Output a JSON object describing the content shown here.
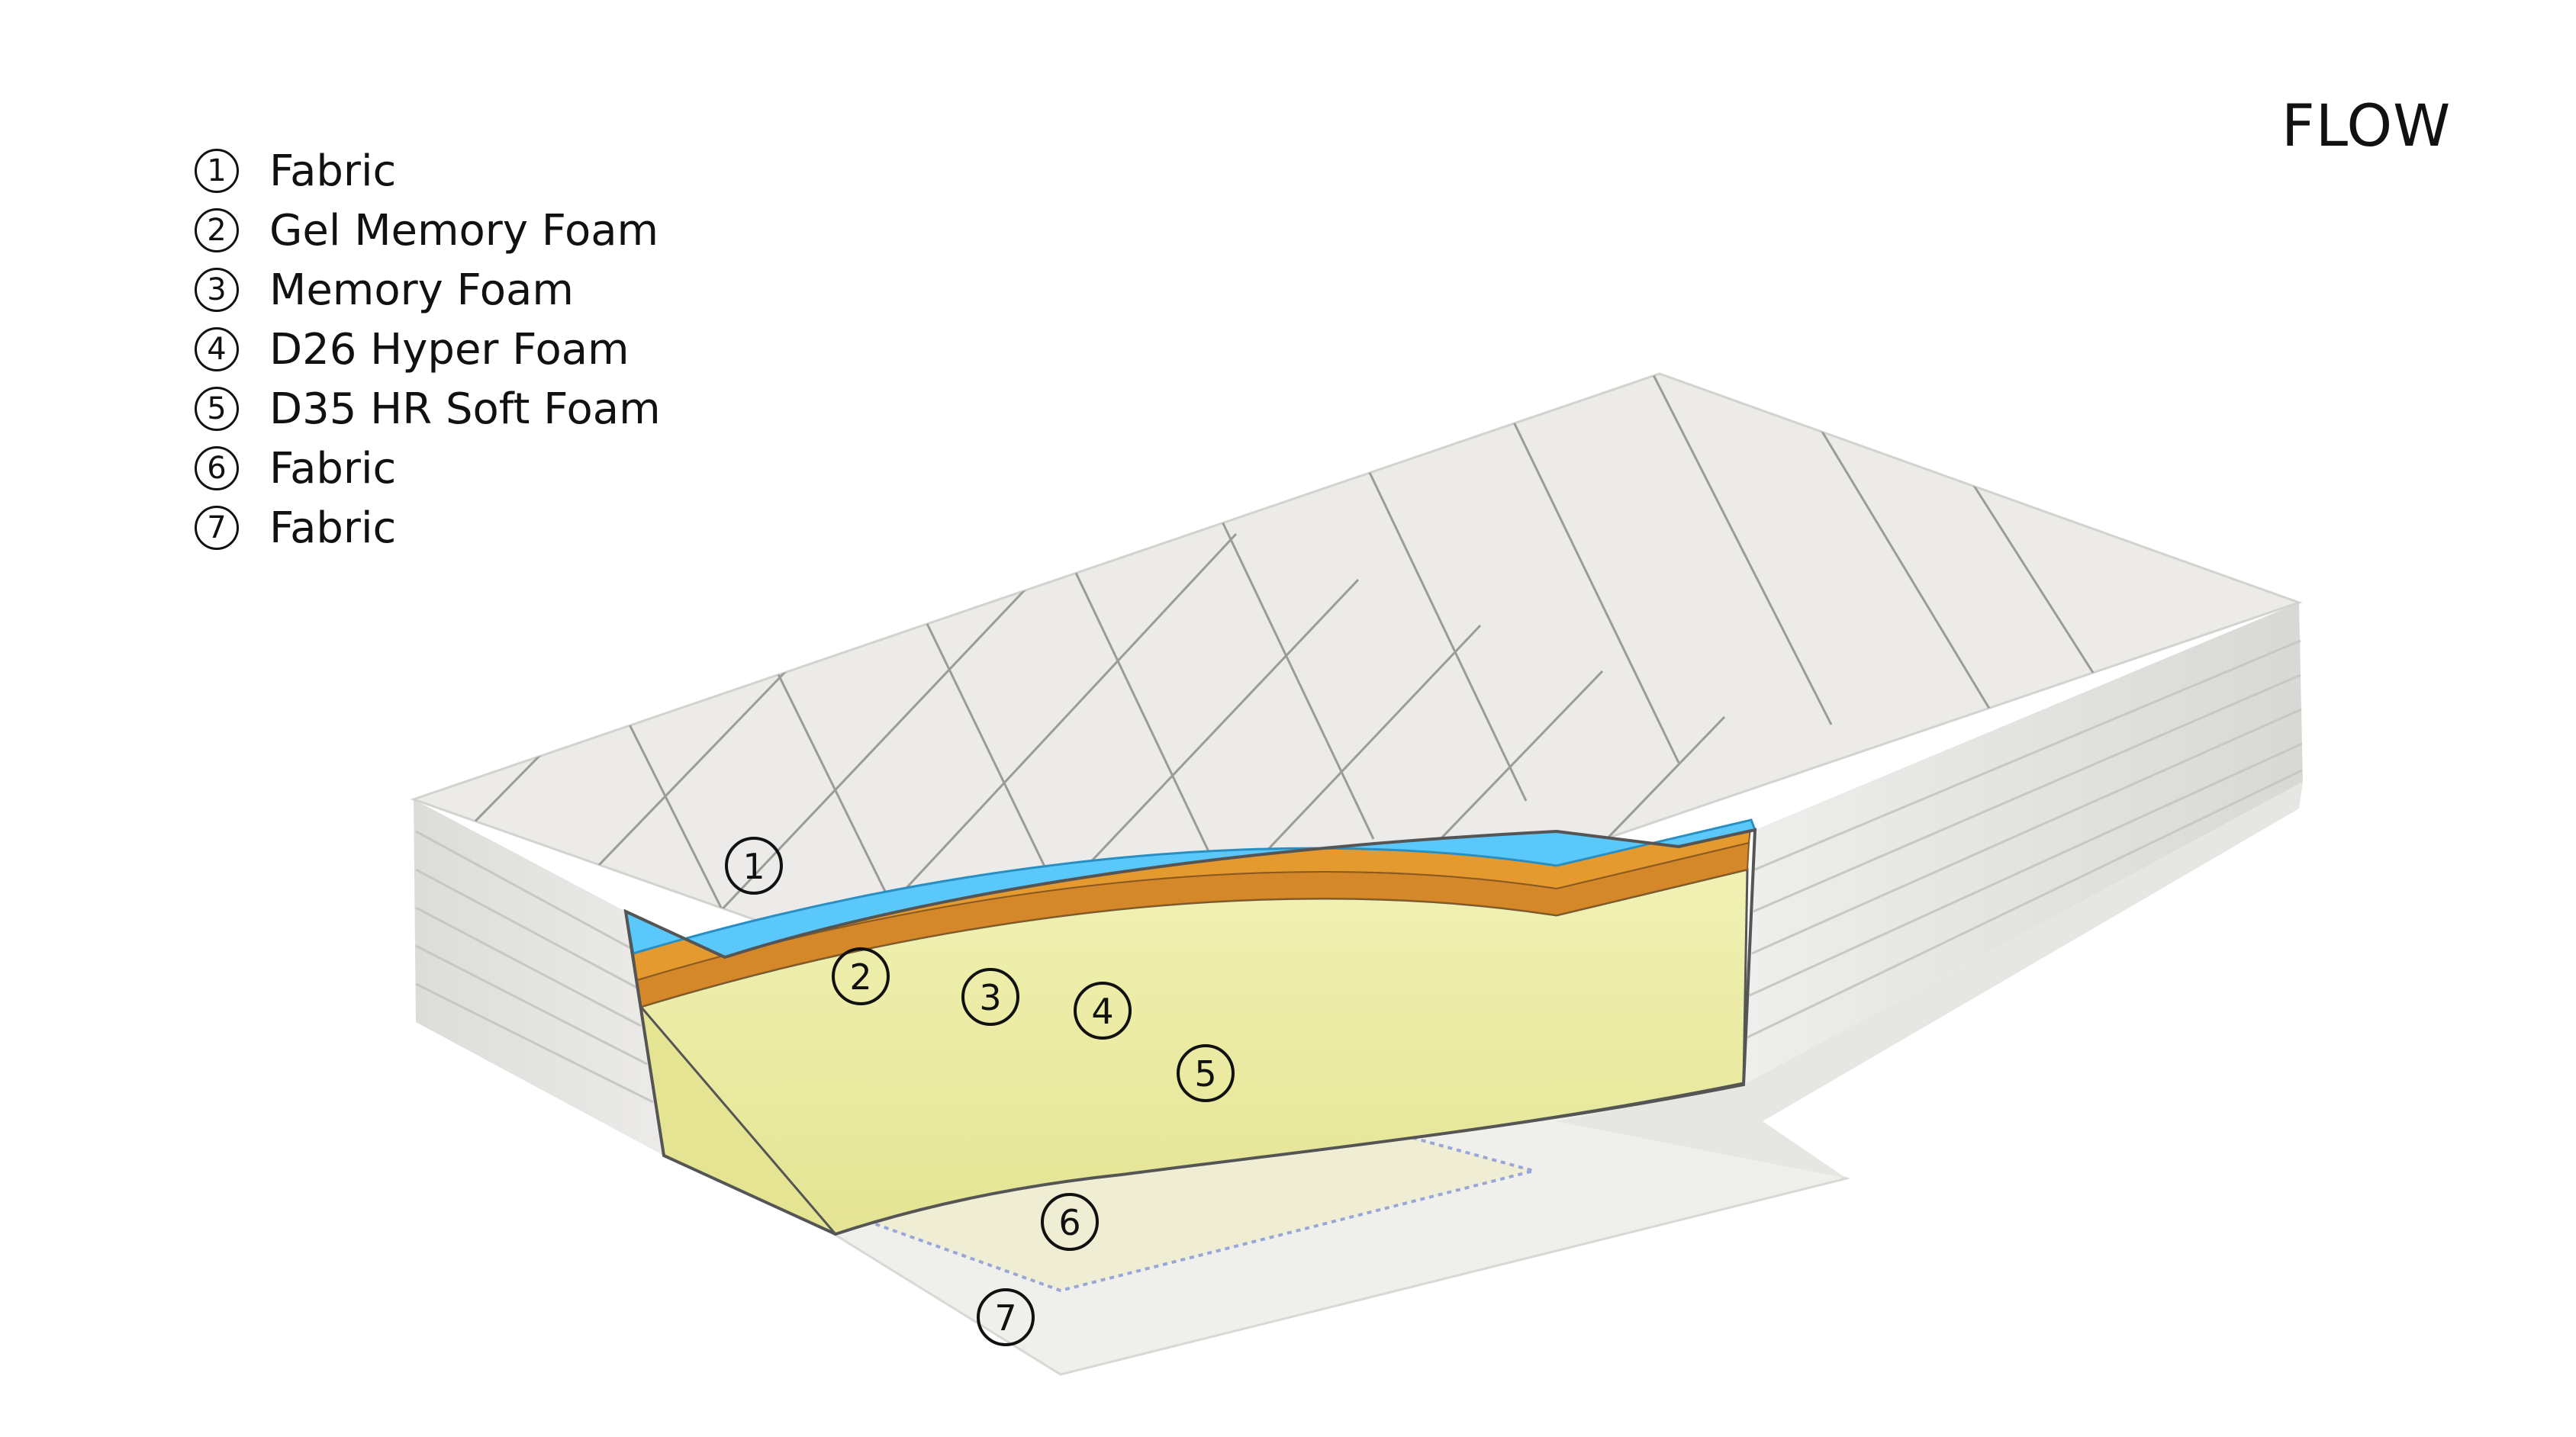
{
  "title": "FLOW",
  "legend": [
    {
      "num": "1",
      "label": "Fabric"
    },
    {
      "num": "2",
      "label": "Gel Memory Foam"
    },
    {
      "num": "3",
      "label": "Memory Foam"
    },
    {
      "num": "4",
      "label": "D26 Hyper Foam"
    },
    {
      "num": "5",
      "label": "D35 HR Soft Foam"
    },
    {
      "num": "6",
      "label": "Fabric"
    },
    {
      "num": "7",
      "label": "Fabric"
    }
  ],
  "markers": [
    "1",
    "2",
    "3",
    "4",
    "5",
    "6",
    "7"
  ],
  "colors": {
    "fabric_top": "#ecebe9",
    "fabric_side": "#e2e2df",
    "gel_memory_foam": "#5ac8fa",
    "memory_foam": "#e59a2f",
    "hyper_foam": "#d4882a",
    "hr_soft_foam": "#eeeea8",
    "bottom_fabric": "#efeed8"
  }
}
